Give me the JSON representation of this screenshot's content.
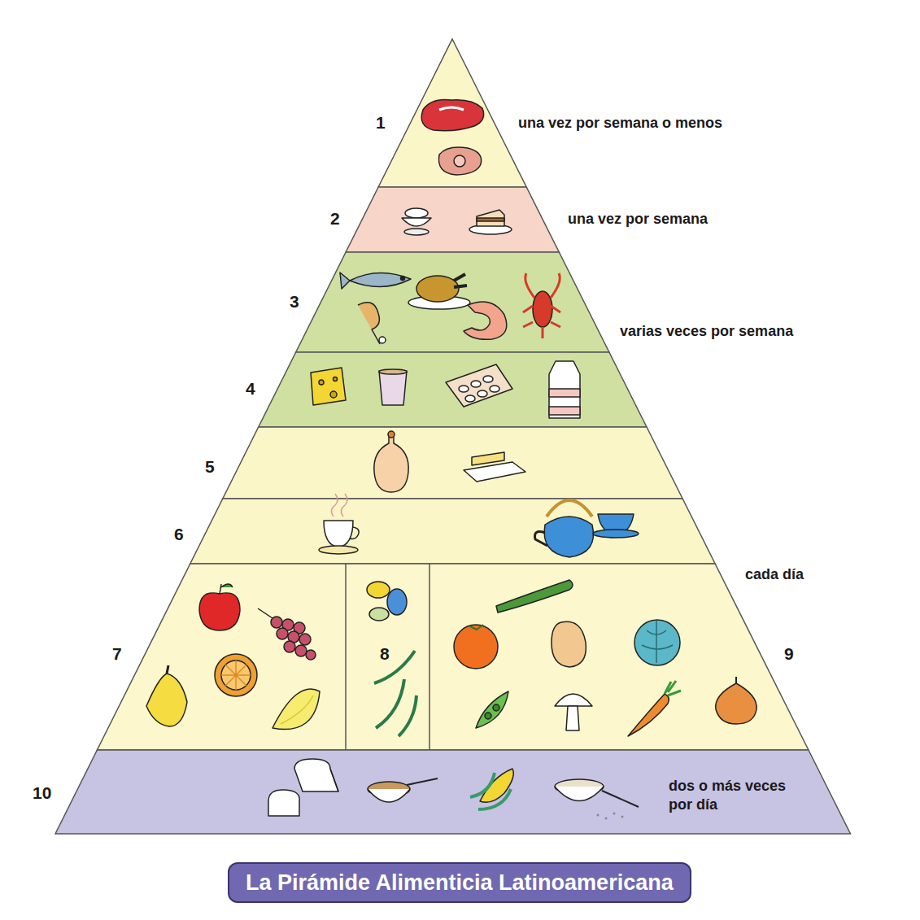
{
  "diagram": {
    "title": "La Pirámide Alimenticia Latinoamericana",
    "nodes": [
      {
        "text": [
          "1",
          "una vez por semana o menos"
        ]
      },
      {
        "text": [
          "2",
          "una vez por semana"
        ]
      },
      {
        "text": [
          "3",
          "varias veces por semana"
        ]
      },
      {
        "text": [
          "4"
        ]
      },
      {
        "text": [
          "5"
        ]
      },
      {
        "text": [
          "6"
        ]
      },
      {
        "text": [
          "7"
        ]
      },
      {
        "text": [
          "8"
        ]
      },
      {
        "text": [
          "9"
        ]
      },
      {
        "text": [
          "10",
          "dos o más veces por día"
        ]
      }
    ],
    "labels": [
      "cada día"
    ]
  }
}
